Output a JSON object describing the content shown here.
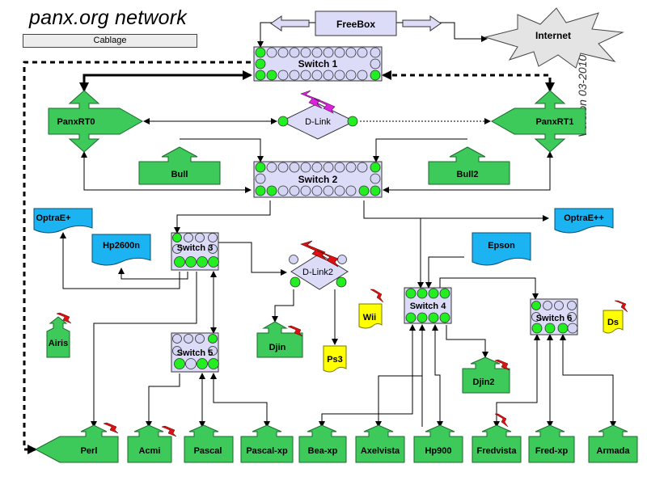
{
  "header": {
    "title": "panx.org network",
    "subtitle": "Cablage",
    "version": "Version 03-2010"
  },
  "colors": {
    "green": "#3dca5a",
    "blue": "#1cb3f2",
    "yellow": "#ffff00",
    "switch_fill": "#dcdcf8",
    "port_green": "#22ee22",
    "port_empty": "#d4d4f4",
    "wifi_red": "#dd1111",
    "wifi_magenta": "#dd22dd"
  },
  "nodes": {
    "freebox": "FreeBox",
    "internet": "Internet",
    "switch1": "Switch 1",
    "switch2": "Switch 2",
    "switch3": "Switch 3",
    "switch4": "Switch 4",
    "switch5": "Switch 5",
    "switch6": "Switch 6",
    "dlink": "D-Link",
    "dlink2": "D-Link2",
    "panxrt0": "PanxRT0",
    "panxrt1": "PanxRT1",
    "bull": "Bull",
    "bull2": "Bull2",
    "optrae_plus": "OptraE+",
    "optrae_plusplus": "OptraE++",
    "hp2600n": "Hp2600n",
    "epson": "Epson",
    "airis": "Airis",
    "wii": "Wii",
    "ds": "Ds",
    "ps3": "Ps3",
    "djin": "Djin",
    "djin2": "Djin2",
    "perl": "Perl",
    "acmi": "Acmi",
    "pascal": "Pascal",
    "pascal_xp": "Pascal-xp",
    "bea_xp": "Bea-xp",
    "axelvista": "Axelvista",
    "hp900": "Hp900",
    "fredvista": "Fredvista",
    "fred_xp": "Fred-xp",
    "armada": "Armada"
  }
}
